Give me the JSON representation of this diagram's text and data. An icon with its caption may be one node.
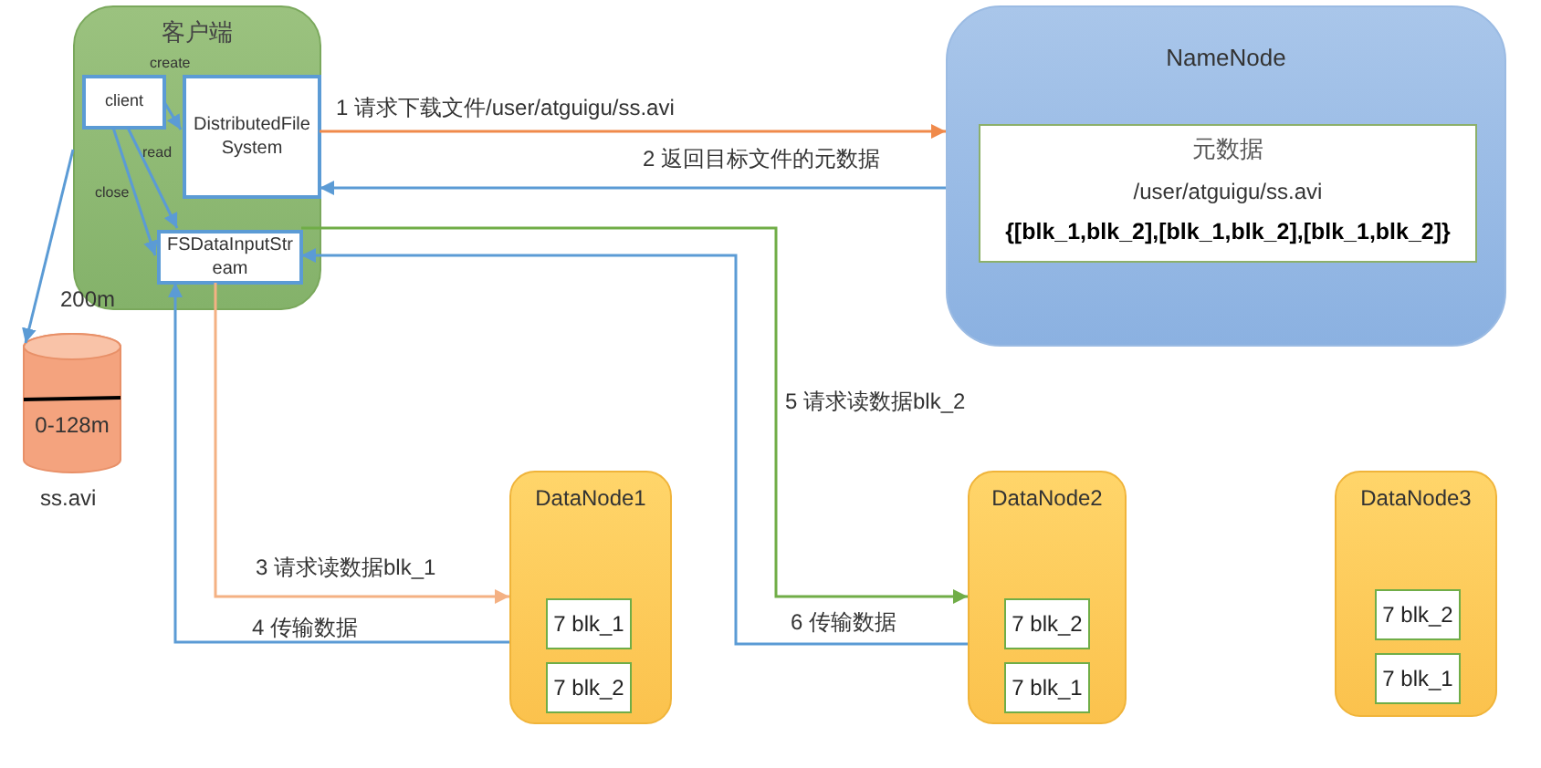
{
  "diagram": {
    "nodes": [
      {
        "text": [
          "客户端"
        ]
      },
      {
        "text": [
          "client"
        ],
        "in": 0
      },
      {
        "text": [
          "DistributedFileSystem"
        ],
        "in": 0
      },
      {
        "text": [
          "FSDataInputStream"
        ],
        "in": 0
      },
      {
        "text": [
          "NameNode"
        ]
      },
      {
        "text": [
          "元数据",
          "/user/atguigu/ss.avi",
          "{[blk_1,blk_2],[blk_1,blk_2],[blk_1,blk_2]}"
        ],
        "in": 4
      },
      {
        "text": [
          "DataNode1"
        ]
      },
      {
        "text": [
          "7 blk_1"
        ],
        "in": 6
      },
      {
        "text": [
          "7 blk_2"
        ],
        "in": 6
      },
      {
        "text": [
          "DataNode2"
        ]
      },
      {
        "text": [
          "7 blk_2"
        ],
        "in": 9
      },
      {
        "text": [
          "7 blk_1"
        ],
        "in": 9
      },
      {
        "text": [
          "DataNode3"
        ]
      },
      {
        "text": [
          "7 blk_2"
        ],
        "in": 12
      },
      {
        "text": [
          "7 blk_1"
        ],
        "in": 12
      },
      {
        "text": [
          "0-128m"
        ],
        "beside": [
          "200m",
          "ss.avi"
        ]
      }
    ],
    "edges": [
      {
        "from": 1,
        "to": 2,
        "arrow": "to",
        "label": "create"
      },
      {
        "from": 1,
        "to": 3,
        "arrow": "to",
        "label": "read"
      },
      {
        "from": 1,
        "to": 3,
        "arrow": "to",
        "label": "close"
      },
      {
        "from": 2,
        "to": 4,
        "arrow": "to",
        "label": "1 请求下载文件/user/atguigu/ss.avi",
        "color": "#f08a4b"
      },
      {
        "from": 4,
        "to": 2,
        "arrow": "to",
        "label": "2 返回目标文件的元数据"
      },
      {
        "from": 3,
        "to": 6,
        "arrow": "to",
        "label": "3 请求读数据blk_1",
        "color": "#f4b183"
      },
      {
        "from": 6,
        "to": 3,
        "arrow": "to",
        "label": "4 传输数据"
      },
      {
        "from": 3,
        "to": 9,
        "arrow": "to",
        "label": "5 请求读数据blk_2",
        "color": "#70ad47"
      },
      {
        "from": 9,
        "to": 3,
        "arrow": "to",
        "label": "6 传输数据"
      },
      {
        "from": 0,
        "to": 15,
        "arrow": "to"
      }
    ]
  }
}
